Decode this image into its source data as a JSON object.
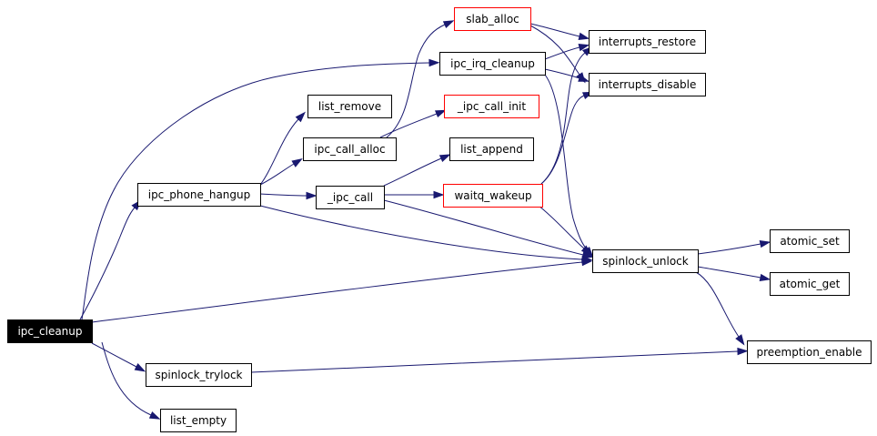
{
  "colors": {
    "edge": "#191970",
    "normal_border": "#000000",
    "linked_border": "#ff0000",
    "root_fill": "#000000",
    "root_text": "#ffffff",
    "node_fill": "#ffffff",
    "node_text": "#000000"
  },
  "nodes": {
    "ipc_cleanup": {
      "label": "ipc_cleanup",
      "style": "root"
    },
    "ipc_phone_hangup": {
      "label": "ipc_phone_hangup",
      "style": "normal"
    },
    "spinlock_trylock": {
      "label": "spinlock_trylock",
      "style": "normal"
    },
    "list_empty": {
      "label": "list_empty",
      "style": "normal"
    },
    "list_remove": {
      "label": "list_remove",
      "style": "normal"
    },
    "ipc_call_alloc": {
      "label": "ipc_call_alloc",
      "style": "normal"
    },
    "_ipc_call": {
      "label": "_ipc_call",
      "style": "normal"
    },
    "slab_alloc": {
      "label": "slab_alloc",
      "style": "linked"
    },
    "ipc_irq_cleanup": {
      "label": "ipc_irq_cleanup",
      "style": "normal"
    },
    "_ipc_call_init": {
      "label": "_ipc_call_init",
      "style": "linked"
    },
    "list_append": {
      "label": "list_append",
      "style": "normal"
    },
    "waitq_wakeup": {
      "label": "waitq_wakeup",
      "style": "linked"
    },
    "interrupts_restore": {
      "label": "interrupts_restore",
      "style": "normal"
    },
    "interrupts_disable": {
      "label": "interrupts_disable",
      "style": "normal"
    },
    "spinlock_unlock": {
      "label": "spinlock_unlock",
      "style": "normal"
    },
    "atomic_set": {
      "label": "atomic_set",
      "style": "normal"
    },
    "atomic_get": {
      "label": "atomic_get",
      "style": "normal"
    },
    "preemption_enable": {
      "label": "preemption_enable",
      "style": "normal"
    }
  },
  "edges": [
    [
      "ipc_cleanup",
      "ipc_irq_cleanup"
    ],
    [
      "ipc_cleanup",
      "ipc_phone_hangup"
    ],
    [
      "ipc_cleanup",
      "spinlock_unlock"
    ],
    [
      "ipc_cleanup",
      "spinlock_trylock"
    ],
    [
      "ipc_cleanup",
      "list_empty"
    ],
    [
      "ipc_phone_hangup",
      "list_remove"
    ],
    [
      "ipc_phone_hangup",
      "ipc_call_alloc"
    ],
    [
      "ipc_phone_hangup",
      "_ipc_call"
    ],
    [
      "ipc_phone_hangup",
      "spinlock_unlock"
    ],
    [
      "ipc_call_alloc",
      "slab_alloc"
    ],
    [
      "ipc_call_alloc",
      "_ipc_call_init"
    ],
    [
      "_ipc_call",
      "list_append"
    ],
    [
      "_ipc_call",
      "waitq_wakeup"
    ],
    [
      "_ipc_call",
      "spinlock_unlock"
    ],
    [
      "slab_alloc",
      "interrupts_restore"
    ],
    [
      "slab_alloc",
      "interrupts_disable"
    ],
    [
      "ipc_irq_cleanup",
      "interrupts_restore"
    ],
    [
      "ipc_irq_cleanup",
      "interrupts_disable"
    ],
    [
      "ipc_irq_cleanup",
      "spinlock_unlock"
    ],
    [
      "waitq_wakeup",
      "interrupts_restore"
    ],
    [
      "waitq_wakeup",
      "interrupts_disable"
    ],
    [
      "waitq_wakeup",
      "spinlock_unlock"
    ],
    [
      "spinlock_unlock",
      "atomic_set"
    ],
    [
      "spinlock_unlock",
      "atomic_get"
    ],
    [
      "spinlock_unlock",
      "preemption_enable"
    ],
    [
      "spinlock_trylock",
      "preemption_enable"
    ]
  ]
}
